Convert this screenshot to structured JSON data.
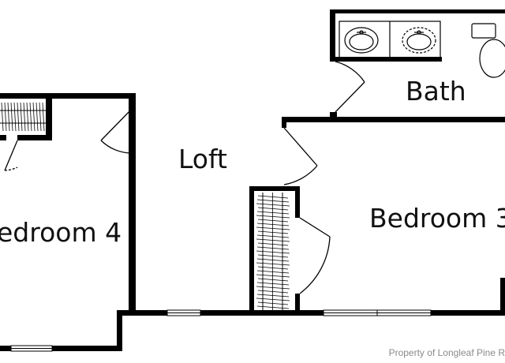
{
  "rooms": {
    "bath": "Bath",
    "loft": "Loft",
    "bedroom_3": "Bedroom 3",
    "bedroom_4": "edroom 4"
  },
  "watermark": "Property of Longleaf Pine R",
  "colors": {
    "wall": "#000000",
    "background": "#ffffff",
    "watermark_text": "#8a8a8a"
  }
}
